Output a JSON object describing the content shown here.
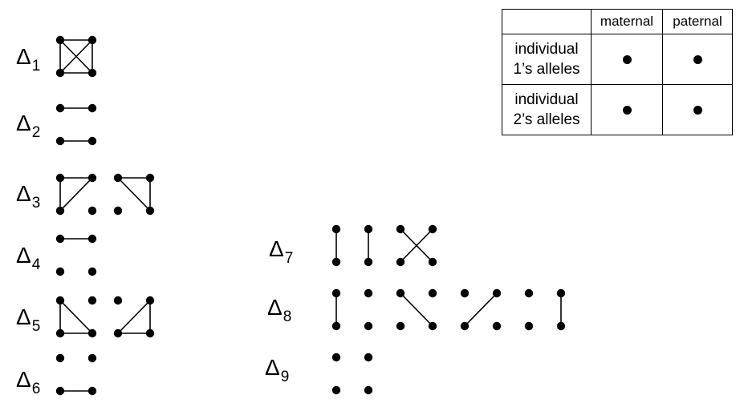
{
  "delta_symbol": "Δ",
  "states": [
    {
      "id": "1",
      "configs": [
        [
          [
            0,
            1
          ],
          [
            0,
            2
          ],
          [
            0,
            3
          ],
          [
            1,
            2
          ],
          [
            1,
            3
          ],
          [
            2,
            3
          ]
        ]
      ]
    },
    {
      "id": "2",
      "configs": [
        [
          [
            0,
            1
          ],
          [
            2,
            3
          ]
        ]
      ]
    },
    {
      "id": "3",
      "configs": [
        [
          [
            0,
            1
          ],
          [
            0,
            2
          ],
          [
            1,
            2
          ]
        ],
        [
          [
            0,
            1
          ],
          [
            1,
            3
          ],
          [
            0,
            3
          ]
        ]
      ]
    },
    {
      "id": "4",
      "configs": [
        [
          [
            0,
            1
          ]
        ]
      ]
    },
    {
      "id": "5",
      "configs": [
        [
          [
            0,
            2
          ],
          [
            0,
            3
          ],
          [
            2,
            3
          ]
        ],
        [
          [
            1,
            2
          ],
          [
            1,
            3
          ],
          [
            2,
            3
          ]
        ]
      ]
    },
    {
      "id": "6",
      "configs": [
        [
          [
            2,
            3
          ]
        ]
      ]
    },
    {
      "id": "7",
      "configs": [
        [
          [
            0,
            2
          ]
        ],
        [
          [
            0,
            2
          ]
        ],
        [
          [
            0,
            3
          ],
          [
            1,
            2
          ]
        ]
      ]
    },
    {
      "id": "8",
      "configs": [
        [
          [
            0,
            2
          ]
        ],
        [],
        [
          [
            0,
            3
          ]
        ],
        [
          [
            1,
            2
          ]
        ],
        [],
        [
          [
            1,
            3
          ]
        ]
      ]
    },
    {
      "id": "9",
      "configs": [
        []
      ]
    }
  ],
  "legend": {
    "col_headers": [
      "maternal",
      "paternal"
    ],
    "rows": [
      {
        "line1": "individual",
        "line2": "1’s alleles"
      },
      {
        "line1": "individual",
        "line2": "2’s alleles"
      }
    ]
  }
}
